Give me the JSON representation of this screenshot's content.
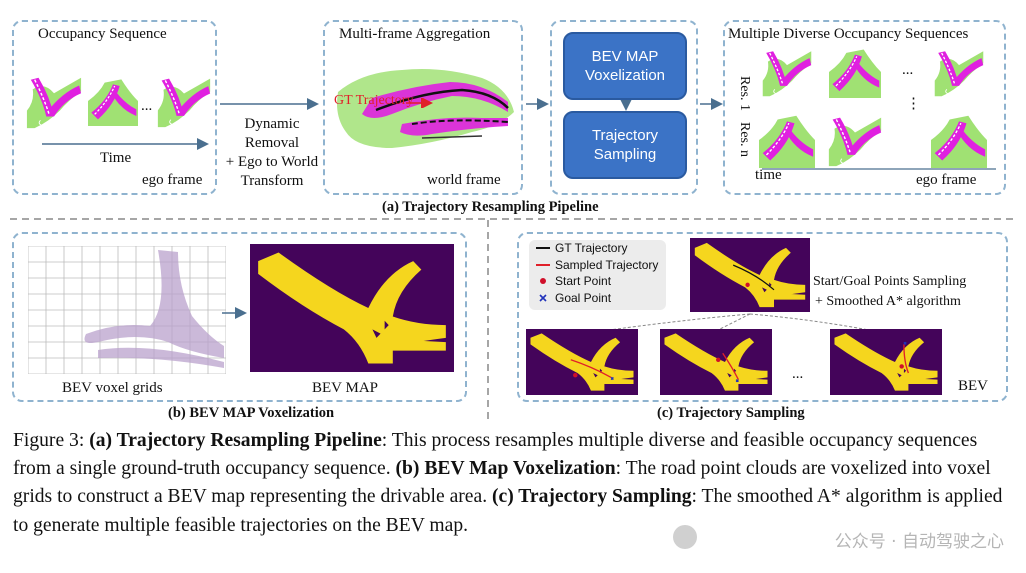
{
  "panel_a": {
    "occupancy_sequence": {
      "title": "Occupancy Sequence",
      "time_label": "Time",
      "frame_label": "ego frame",
      "ellipsis": "..."
    },
    "transform_text": [
      "Dynamic",
      "Removal",
      "+ Ego to World",
      "Transform"
    ],
    "aggregation": {
      "title": "Multi-frame Aggregation",
      "gt_label": "GT Trajectory",
      "frame_label": "world frame"
    },
    "steps": {
      "voxelization": "BEV MAP Voxelization",
      "sampling": "Trajectory Sampling"
    },
    "diverse": {
      "title": "Multiple Diverse Occupancy Sequences",
      "res1": "Res. 1",
      "resn": "Res. n",
      "time_label": "time",
      "frame_label": "ego frame",
      "ellipsis_h": "...",
      "ellipsis_v": "⋮"
    },
    "caption": "(a) Trajectory Resampling  Pipeline"
  },
  "panel_b": {
    "voxel_label": "BEV voxel grids",
    "map_label": "BEV MAP",
    "caption": "(b) BEV MAP Voxelization"
  },
  "panel_c": {
    "legend": {
      "gt": "GT Trajectory",
      "sampled": "Sampled Trajectory",
      "start": "Start Point",
      "goal": "Goal Point"
    },
    "note_line1": "Start/Goal Points Sampling",
    "note_line2": "+ Smoothed A* algorithm",
    "ellipsis": "...",
    "bev_label": "BEV",
    "caption": "(c) Trajectory Sampling"
  },
  "figure_caption": {
    "prefix": "Figure 3: ",
    "a_label": "(a) Trajectory Resampling Pipeline",
    "a_text": ": This process resamples multiple diverse and feasible occupancy sequences from a single ground-truth occupancy sequence. ",
    "b_label": "(b) BEV Map Voxelization",
    "b_text": ": The road point clouds are voxelized into voxel grids to construct a BEV map representing the drivable area. ",
    "c_label": "(c) Trajectory Sampling",
    "c_text": ": The smoothed A* algorithm is applied to generate multiple feasible trajectories on the BEV map."
  },
  "watermark": "公众号 · 自动驾驶之心",
  "colors": {
    "dashed_border": "#8fb3cf",
    "step_box": "#3b73c6",
    "bev_background": "#44045a",
    "bev_road": "#f5d61e",
    "occupancy_green": "#8fdc5a",
    "occupancy_magenta": "#e020e0"
  }
}
